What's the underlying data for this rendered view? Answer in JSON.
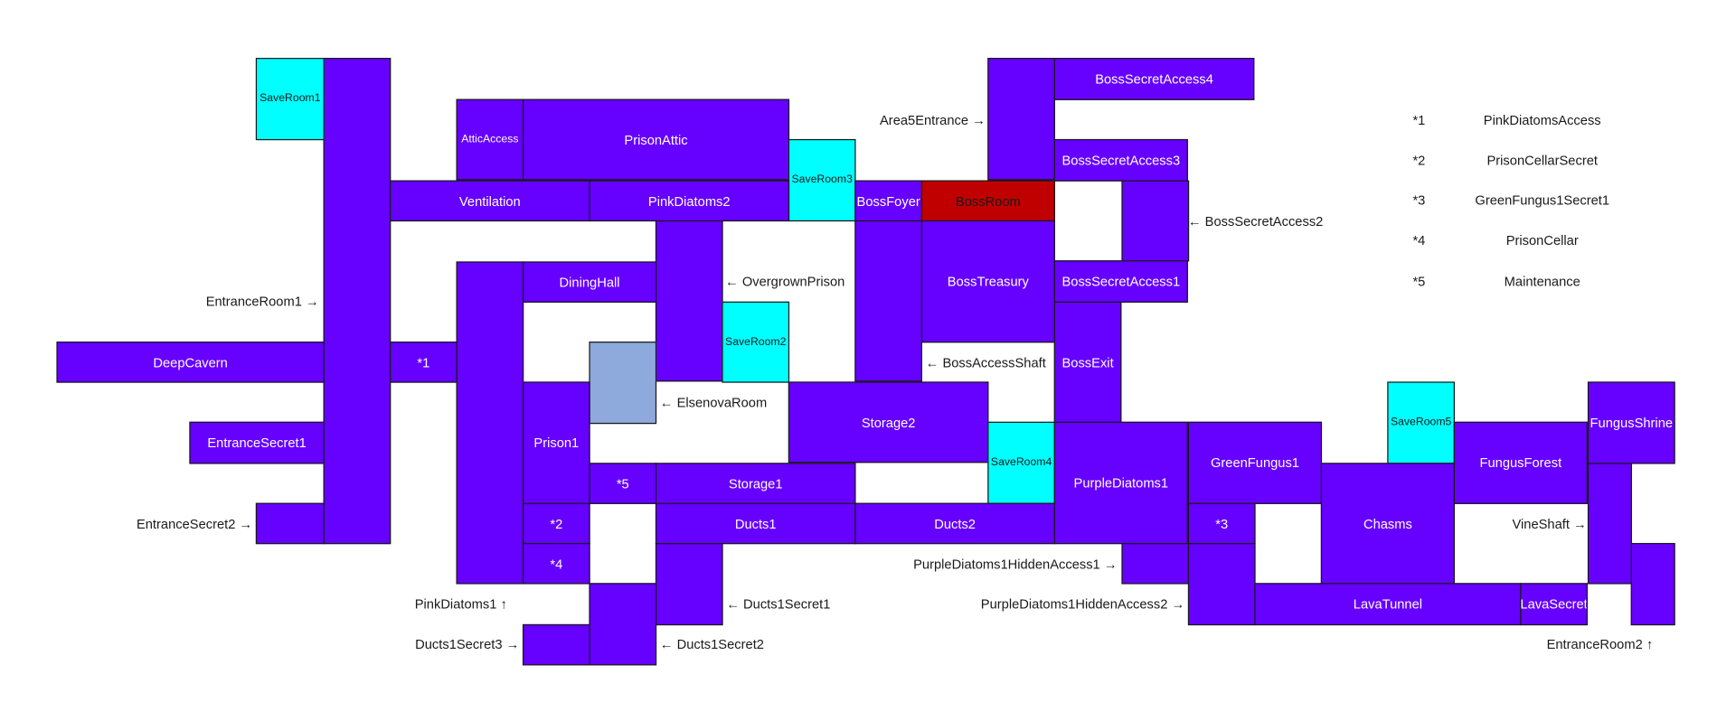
{
  "colors": {
    "room": "#6600ff",
    "save_room": "#00ffff",
    "boss_room": "#c00000",
    "special_room": "#8ea9db",
    "background": "#ffffff"
  },
  "rooms": {
    "saveroom1": "SaveRoom1",
    "atticaccess": "AtticAccess",
    "prisonattic": "PrisonAttic",
    "saveroom3": "SaveRoom3",
    "ventilation": "Ventilation",
    "pinkdiatoms2": "PinkDiatoms2",
    "bossfoyer": "BossFoyer",
    "bossroom": "BossRoom",
    "bosssecretaccess4": "BossSecretAccess4",
    "bosssecretaccess3": "BossSecretAccess3",
    "bosssecretaccess1": "BossSecretAccess1",
    "bosstreasury": "BossTreasury",
    "bossexit": "BossExit",
    "dininghall": "DiningHall",
    "saveroom2": "SaveRoom2",
    "deepcavern": "DeepCavern",
    "marker1": "*1",
    "prison1": "Prison1",
    "storage2": "Storage2",
    "entrancesecret1": "EntranceSecret1",
    "marker5": "*5",
    "storage1": "Storage1",
    "saveroom4": "SaveRoom4",
    "purplediatoms1": "PurpleDiatoms1",
    "greenfungus1": "GreenFungus1",
    "saveroom5": "SaveRoom5",
    "fungusforest": "FungusForest",
    "fungusshrine": "FungusShrine",
    "marker2": "*2",
    "ducts1": "Ducts1",
    "ducts2": "Ducts2",
    "marker3": "*3",
    "chasms": "Chasms",
    "marker4": "*4",
    "lavatunnel": "LavaTunnel",
    "lavasecret": "LavaSecret"
  },
  "labels": {
    "area5entrance": "Area5Entrance →",
    "bosssecretaccess2": "← BossSecretAccess2",
    "entranceroom1": "EntranceRoom1 →",
    "overgrownprison": "← OvergrownPrison",
    "bossaccessshaft": "← BossAccessShaft",
    "elsenovaroom": "← ElsenovaRoom",
    "entrancesecret2": "EntranceSecret2 →",
    "vineshaft": "VineShaft →",
    "purplediatoms1hiddenaccess1": "PurpleDiatoms1HiddenAccess1 →",
    "pinkdiatoms1": "PinkDiatoms1 ↑",
    "ducts1secret1": "← Ducts1Secret1",
    "purplediatoms1hiddenaccess2": "PurpleDiatoms1HiddenAccess2 →",
    "ducts1secret3": "Ducts1Secret3 →",
    "ducts1secret2": "← Ducts1Secret2",
    "entranceroom2": "EntranceRoom2 ↑"
  },
  "legend": [
    {
      "mark": "*1",
      "name": "PinkDiatomsAccess"
    },
    {
      "mark": "*2",
      "name": "PrisonCellarSecret"
    },
    {
      "mark": "*3",
      "name": "GreenFungus1Secret1"
    },
    {
      "mark": "*4",
      "name": "PrisonCellar"
    },
    {
      "mark": "*5",
      "name": "Maintenance"
    }
  ]
}
